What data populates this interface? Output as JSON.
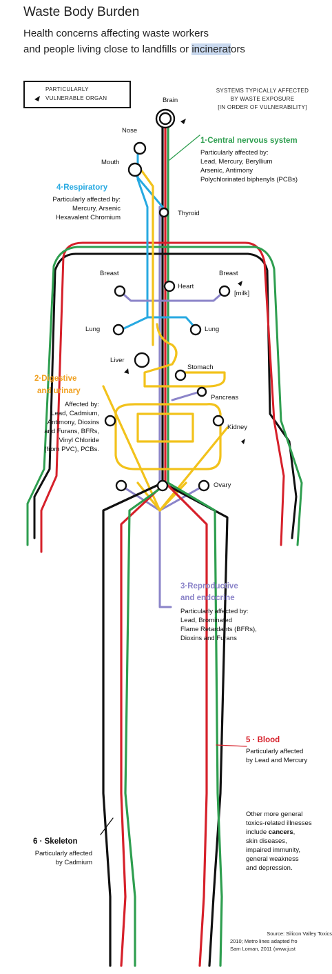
{
  "header": {
    "title": "Waste Body Burden",
    "subtitle_line1": "Health concerns affecting waste workers",
    "subtitle_line2_a": "and people living close to landfills or ",
    "subtitle_line2_highlight": "incinerat",
    "subtitle_line2_b": "ors"
  },
  "legend": {
    "line1": "PARTICULARLY",
    "line2": "VULNERABLE ORGAN"
  },
  "systems_note": [
    "SYSTEMS TYPICALLY AFFECTED",
    "BY WASTE EXPOSURE",
    "[IN ORDER OF VULNERABILITY]"
  ],
  "organs": {
    "brain": "Brain",
    "nose": "Nose",
    "mouth": "Mouth",
    "thyroid": "Thyroid",
    "breast_left": "Breast",
    "breast_right": "Breast",
    "milk": "[milk]",
    "heart": "Heart",
    "lung_left": "Lung",
    "lung_right": "Lung",
    "liver": "Liver",
    "stomach": "Stomach",
    "pancreas": "Pancreas",
    "kidney": "Kidney",
    "ovary": "Ovary"
  },
  "systems": {
    "nervous": {
      "title": "1·Central nervous system",
      "lines": [
        "Particularly affected by:",
        "Lead, Mercury, Beryllium",
        "Arsenic, Antimony",
        "Polychlorinated biphenyls (PCBs)"
      ]
    },
    "respiratory": {
      "title": "4·Respiratory",
      "lines": [
        "Particularly affected by:",
        "Mercury, Arsenic",
        "Hexavalent Chromium"
      ]
    },
    "digestive": {
      "title_1": "2·Digestive",
      "title_2": "and urinary",
      "lines": [
        "Affected by:",
        "Lead, Cadmium,",
        "Antimony, Dioxins",
        "and Furans, BFRs,",
        "Vinyl Chloride",
        "(from PVC), PCBs."
      ]
    },
    "reproductive": {
      "title_1": "3·Reproductive",
      "title_2": "and endocrine",
      "lines": [
        "Particularly affected by:",
        "Lead, Brominated",
        "Flame Retardants (BFRs),",
        "Dioxins and Furans"
      ]
    },
    "blood": {
      "title": "5 · Blood",
      "lines": [
        "Particularly affected",
        "by Lead and Mercury"
      ]
    },
    "skeleton": {
      "title_num": "6 · ",
      "title_name": "Skeleton",
      "lines": [
        "Particularly affected",
        "by Cadmium"
      ]
    }
  },
  "general_note": {
    "line1": "Other more general",
    "line2": "toxics-related illnesses",
    "line3_a": "include ",
    "line3_bold": "cancers",
    "line3_b": ",",
    "line4": "skin diseases,",
    "line5": "impaired immunity,",
    "line6": "general weakness",
    "line7": "and depression."
  },
  "source": [
    "Source: Silicon Valley Toxics",
    "2010; Metro lines adapted fro",
    "Sam Loman, 2011 (www.just"
  ],
  "colors": {
    "nervous": "#2e9e4f",
    "respiratory": "#27a9e1",
    "digestive": "#f2c21b",
    "digestive_title": "#f0a020",
    "reproductive": "#8b84c9",
    "blood": "#d6202a",
    "skeleton": "#111111"
  }
}
